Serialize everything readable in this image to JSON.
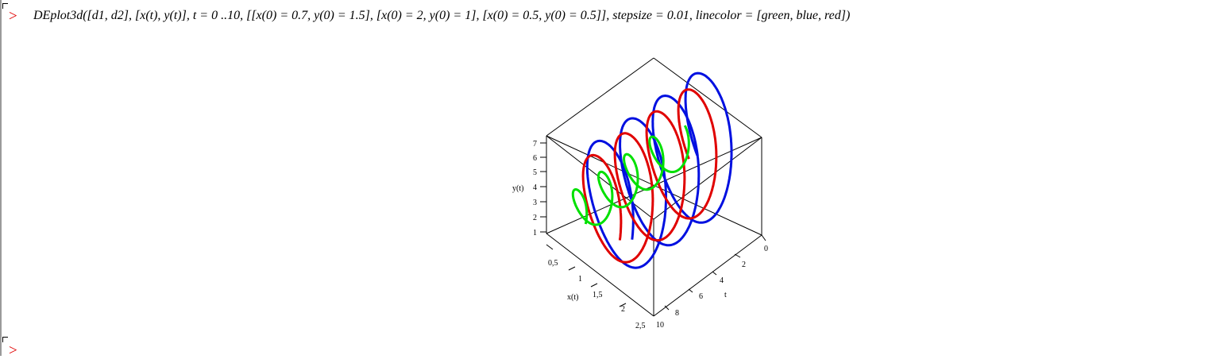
{
  "worksheet": {
    "prompt_symbol": ">",
    "command": "DEplot3d([d1, d2], [x(t), y(t)], t = 0 ..10, [[x(0) = 0.7, y(0) = 1.5], [x(0) = 2, y(0) = 1], [x(0) = 0.5, y(0) = 0.5]], stepsize = 0.01, linecolor = [green, blue, red])",
    "next_prompt_symbol": ">"
  },
  "plot": {
    "axis_labels": {
      "y": "y(t)",
      "x": "x(t)",
      "t": "t"
    },
    "y_ticks": [
      "1",
      "2",
      "3",
      "4",
      "5",
      "6",
      "7"
    ],
    "x_ticks": [
      "0,5",
      "1",
      "1,5",
      "2",
      "2,5"
    ],
    "t_ticks": [
      "0",
      "2",
      "4",
      "6",
      "8",
      "10"
    ]
  },
  "colors": {
    "green": "#00e000",
    "blue": "#0010e0",
    "red": "#e00000",
    "prompt": "#e00000"
  }
}
